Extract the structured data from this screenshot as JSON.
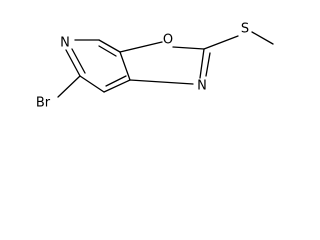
{
  "molecule": {
    "atoms": {
      "pyridine_n": "N",
      "oxazole_o": "O",
      "oxazole_n": "N",
      "bromine": "Br",
      "sulfur": "S"
    }
  },
  "colors": {
    "bond": "#000000",
    "label": "#000000",
    "background": "#ffffff"
  }
}
